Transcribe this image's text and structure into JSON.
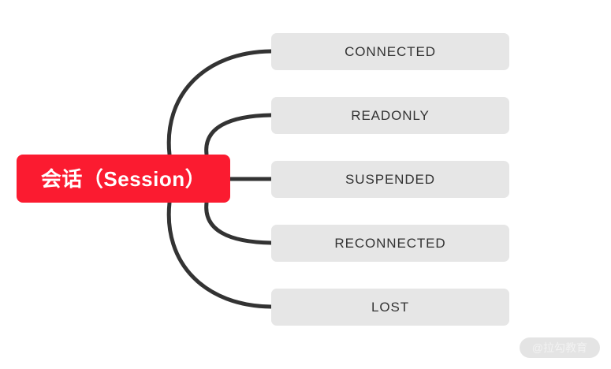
{
  "diagram": {
    "type": "mind-map",
    "orientation": "left-to-right",
    "root": {
      "label": "会话（Session）",
      "fill_color": "#fb1b30",
      "text_color": "#ffffff"
    },
    "branches": [
      {
        "label": "CONNECTED"
      },
      {
        "label": "READONLY"
      },
      {
        "label": "SUSPENDED"
      },
      {
        "label": "RECONNECTED"
      },
      {
        "label": "LOST"
      }
    ],
    "branch_style": {
      "fill_color": "#e6e6e6",
      "text_color": "#333333",
      "connector_color": "#333333"
    }
  },
  "watermark": {
    "text": "@拉勾教育"
  }
}
